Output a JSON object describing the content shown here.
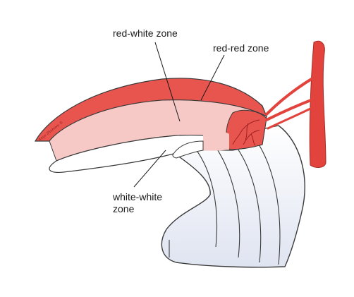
{
  "labels": {
    "red_white": "red-white zone",
    "red_red": "red-red zone",
    "white_white_line1": "white-white",
    "white_white_line2": "zone"
  },
  "colors": {
    "red_red": "#e8544e",
    "red_white": "#f6c9c6",
    "white_white": "#ffffff",
    "vessel": "#e2433c",
    "outline": "#3a3a3a",
    "shadow": "#dfe4f0"
  }
}
